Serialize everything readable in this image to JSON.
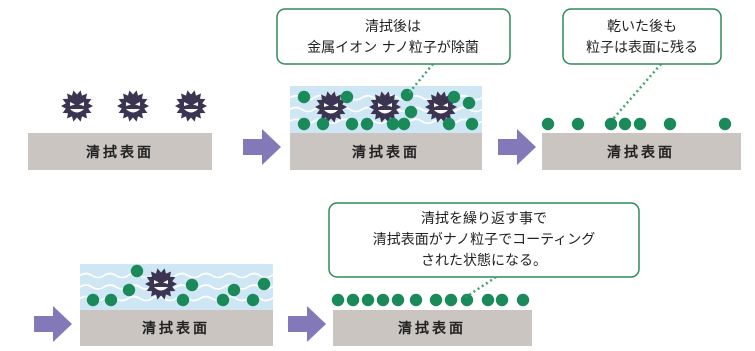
{
  "surface_label": "清拭表面",
  "callouts": {
    "c1": [
      "清拭後は",
      "金属イオン ナノ粒子が除菌"
    ],
    "c2": [
      "乾いた後も",
      "粒子は表面に残る"
    ],
    "c3": [
      "清拭を繰り返す事で",
      "清拭表面がナノ粒子でコーティング",
      "された状態になる。"
    ]
  },
  "colors": {
    "surface": "#cbc5c2",
    "particle": "#1a8a5a",
    "arrow": "#8479b8",
    "callout_border": "#2e8b57",
    "leader": "#3aa86b",
    "liquid": "#cfe7f5",
    "wave": "#ffffff",
    "germ": "#3b3552",
    "germ_face": "#ffffff"
  },
  "icons": {
    "germ": "germ-icon",
    "particle": "nanoparticle-icon",
    "arrow": "right-arrow-icon"
  }
}
